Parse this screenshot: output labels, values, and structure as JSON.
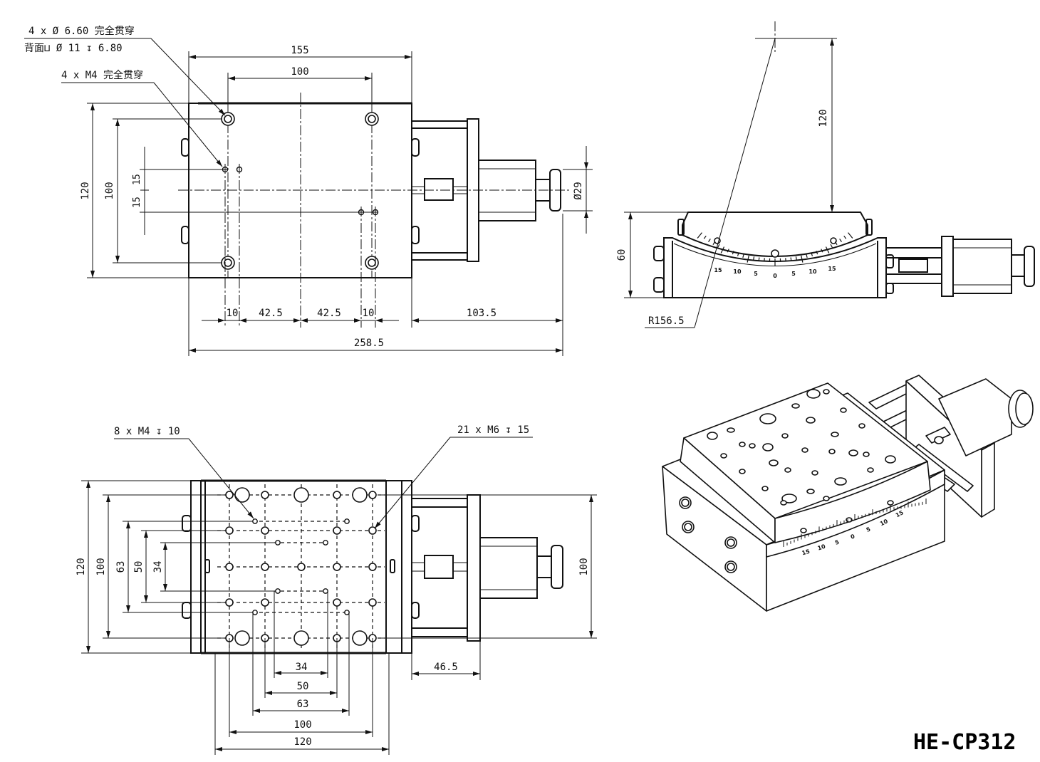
{
  "model": "HE-CP312",
  "top_view": {
    "note_thru_hole_1": "4 x Ø 6.60 完全贯穿",
    "note_thru_hole_2": "背面⊔ Ø 11 ↧ 6.80",
    "note_m4_thru": "4 x  M4 完全贯穿",
    "dims": {
      "w155": "155",
      "w100": "100",
      "h120": "120",
      "h100": "100",
      "s15a": "15",
      "s15b": "15",
      "d29": "Ø29",
      "b10a": "10",
      "b42a": "42.5",
      "b42b": "42.5",
      "b10b": "10",
      "b103": "103.5",
      "b258": "258.5"
    }
  },
  "side_view": {
    "dims": {
      "h120": "120",
      "h60": "60",
      "r": "R156.5"
    },
    "scale_labels": [
      "15",
      "10",
      "5",
      "0",
      "5",
      "10",
      "15"
    ]
  },
  "bottom_view": {
    "note_m4": "8 x M4 ↧ 10",
    "note_m6": "21 x M6 ↧ 15",
    "dims": {
      "h120": "120",
      "h100": "100",
      "h63": "63",
      "h50": "50",
      "h34": "34",
      "r100": "100",
      "w34": "34",
      "w50": "50",
      "w63": "63",
      "w100": "100",
      "w120": "120",
      "w465": "46.5"
    }
  },
  "iso_view": {
    "scale_labels": [
      "15",
      "10",
      "5",
      "0",
      "5",
      "10",
      "15"
    ]
  }
}
